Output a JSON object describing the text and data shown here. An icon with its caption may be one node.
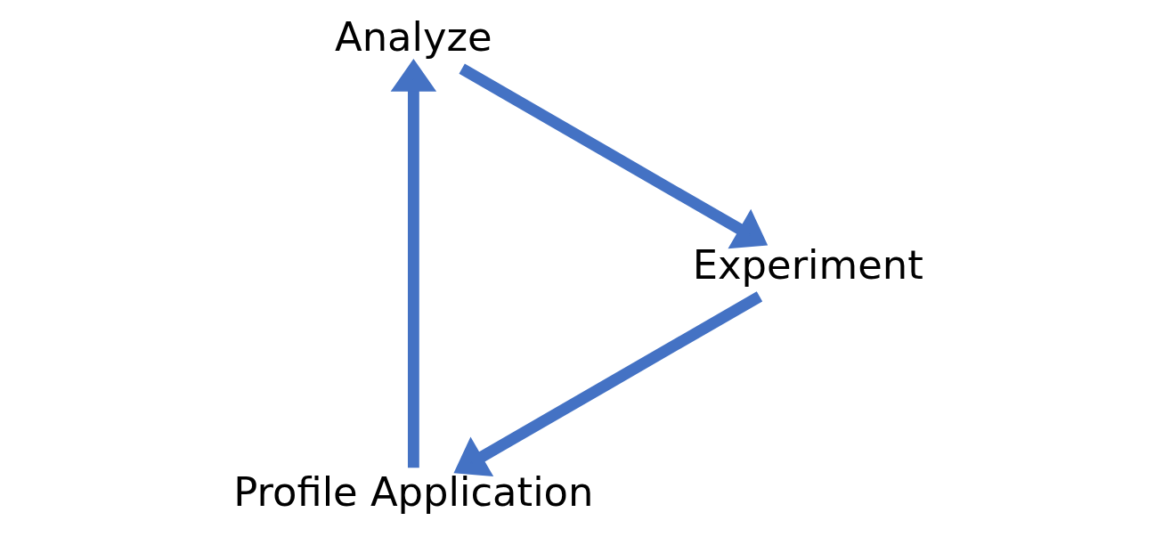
{
  "diagram": {
    "nodes": [
      {
        "text": [
          "Profile Application"
        ]
      },
      {
        "text": [
          "Analyze"
        ]
      },
      {
        "text": [
          "Experiment"
        ]
      }
    ],
    "edges": [
      {
        "from": 0,
        "to": 1,
        "arrow": "to"
      },
      {
        "from": 1,
        "to": 2,
        "arrow": "to"
      },
      {
        "from": 2,
        "to": 0,
        "arrow": "to"
      }
    ]
  }
}
